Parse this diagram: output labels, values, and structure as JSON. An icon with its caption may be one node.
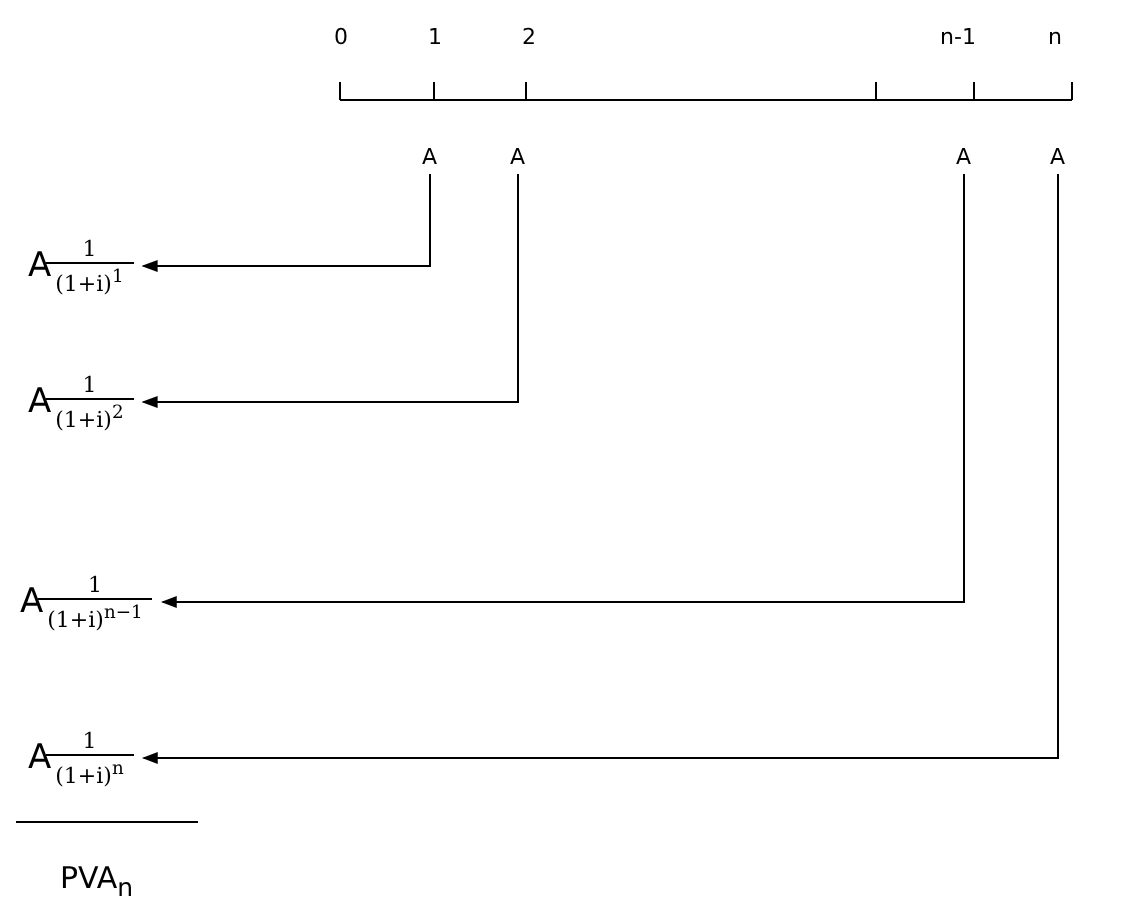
{
  "diagram": {
    "nodes": [
      {
        "text": [
          "A"
        ]
      },
      {
        "text": [
          "A"
        ]
      },
      {
        "text": [
          "A"
        ]
      },
      {
        "text": [
          "A"
        ]
      },
      {
        "text": [
          "A",
          "1",
          "(1+i)$^{1}$"
        ]
      },
      {
        "text": [
          "A",
          "1",
          "(1+i)$^{2}$"
        ]
      },
      {
        "text": [
          "A",
          "1",
          "(1+i)$^{n−1}$"
        ]
      },
      {
        "text": [
          "A",
          "1",
          "(1+i)$^{n}$"
        ]
      }
    ],
    "edges": [
      {
        "from": 0,
        "to": 4,
        "arrow": "to"
      },
      {
        "from": 1,
        "to": 5,
        "arrow": "to"
      },
      {
        "from": 2,
        "to": 6,
        "arrow": "to"
      },
      {
        "from": 3,
        "to": 7,
        "arrow": "to"
      }
    ],
    "labels": [
      "0",
      "1",
      "2",
      "n-1",
      "n",
      "PVA$_{n}$"
    ]
  }
}
